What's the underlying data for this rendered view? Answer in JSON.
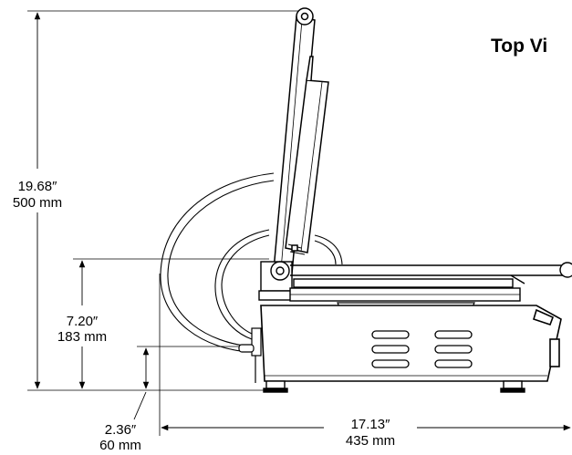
{
  "view_title": "Top Vi",
  "dimensions": {
    "overall_height": {
      "inches": "19.68″",
      "mm": "500 mm"
    },
    "body_height": {
      "inches": "7.20″",
      "mm": "183 mm"
    },
    "foot_height": {
      "inches": "2.36″",
      "mm": "60 mm"
    },
    "depth": {
      "inches": "17.13″",
      "mm": "435 mm"
    }
  }
}
